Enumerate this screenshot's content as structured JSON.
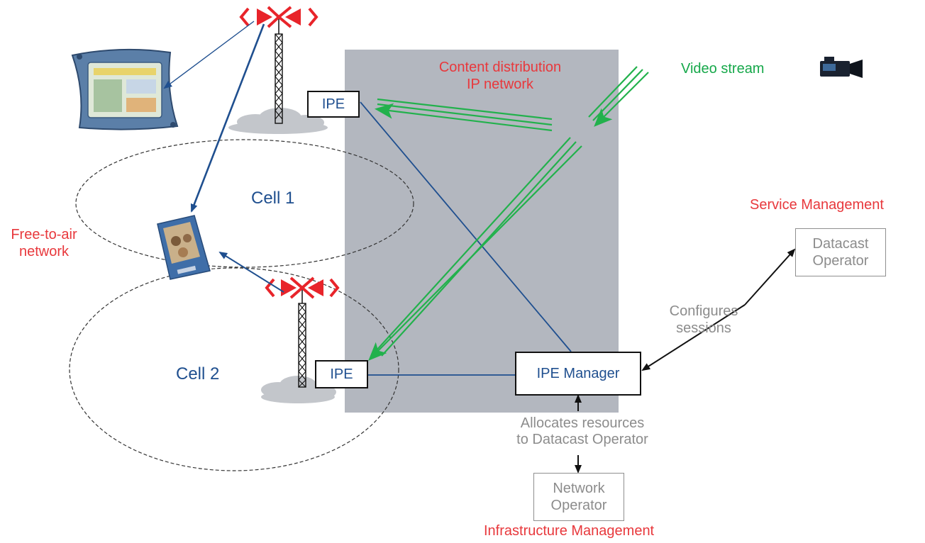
{
  "labels": {
    "content_distribution": "Content distribution\nIP network",
    "video_stream": "Video stream",
    "service_management": "Service Management",
    "free_to_air": "Free-to-air\nnetwork",
    "cell1": "Cell 1",
    "cell2": "Cell 2",
    "configures_sessions": "Configures\nsessions",
    "allocates_resources": "Allocates resources\nto Datacast Operator",
    "infrastructure_management": "Infrastructure Management"
  },
  "boxes": {
    "ipe_top": "IPE",
    "ipe_bottom": "IPE",
    "ipe_manager": "IPE Manager",
    "datacast_operator": "Datacast\nOperator",
    "network_operator": "Network\nOperator"
  },
  "icons": {
    "transmitter": "transmitter-tower-icon",
    "video_camera": "video-camera-icon",
    "tablet_device": "tablet-device-icon",
    "pda_device": "pda-device-icon",
    "cloud": "cloud-icon"
  },
  "colors": {
    "network_region": "#b3b7bf",
    "stream_arrows": "#22b14c",
    "ip_links": "#1f4f8f",
    "label_red": "#e8383c",
    "label_green": "#16a84a",
    "label_gray": "#8c8c8c"
  }
}
